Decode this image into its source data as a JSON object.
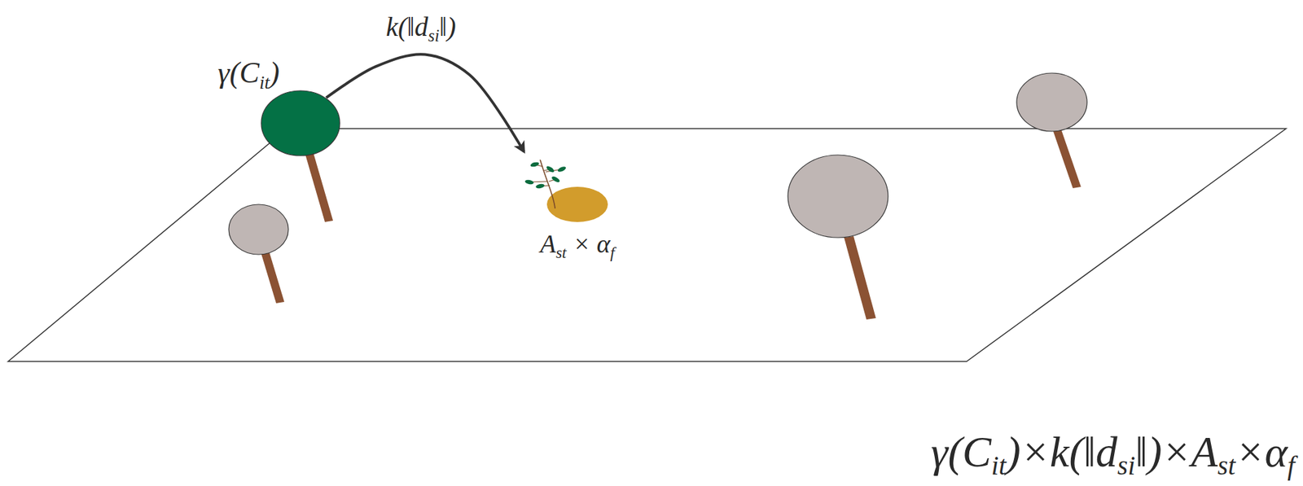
{
  "diagram": {
    "nodes": [
      {
        "text": [
          "γ(Cit)"
        ]
      },
      {
        "text": [
          "Ast × αf"
        ]
      }
    ],
    "edges": [
      {
        "from": 0,
        "to": 1,
        "arrow": "to",
        "label": "k(‖dsi‖)"
      }
    ],
    "labels": [
      "γ(Cit)×k(‖dsi‖)×Ast×αf"
    ]
  }
}
